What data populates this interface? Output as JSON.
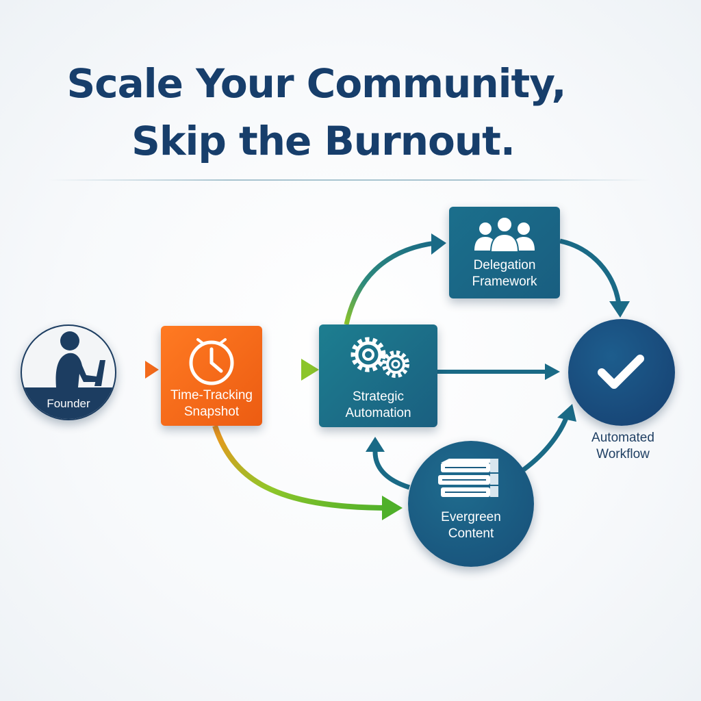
{
  "title": {
    "line1": "Scale Your Community,",
    "line2": "Skip the Burnout."
  },
  "nodes": {
    "founder": {
      "label": "Founder",
      "icon": "person-at-laptop-icon"
    },
    "time_tracking": {
      "line1": "Time-Tracking",
      "line2": "Snapshot",
      "icon": "clock-icon"
    },
    "strategic_automation": {
      "line1": "Strategic",
      "line2": "Automation",
      "icon": "gears-icon"
    },
    "delegation": {
      "line1": "Delegation",
      "line2": "Framework",
      "icon": "team-icon"
    },
    "evergreen": {
      "line1": "Evergreen",
      "line2": "Content",
      "icon": "books-icon"
    },
    "automated_workflow": {
      "line1": "Automated",
      "line2": "Workflow",
      "icon": "checkmark-icon"
    }
  },
  "colors": {
    "title": "#173e6b",
    "orange": "#f26a1b",
    "green": "#7ac12a",
    "teal": "#1a6a86",
    "navy": "#173e6b"
  }
}
